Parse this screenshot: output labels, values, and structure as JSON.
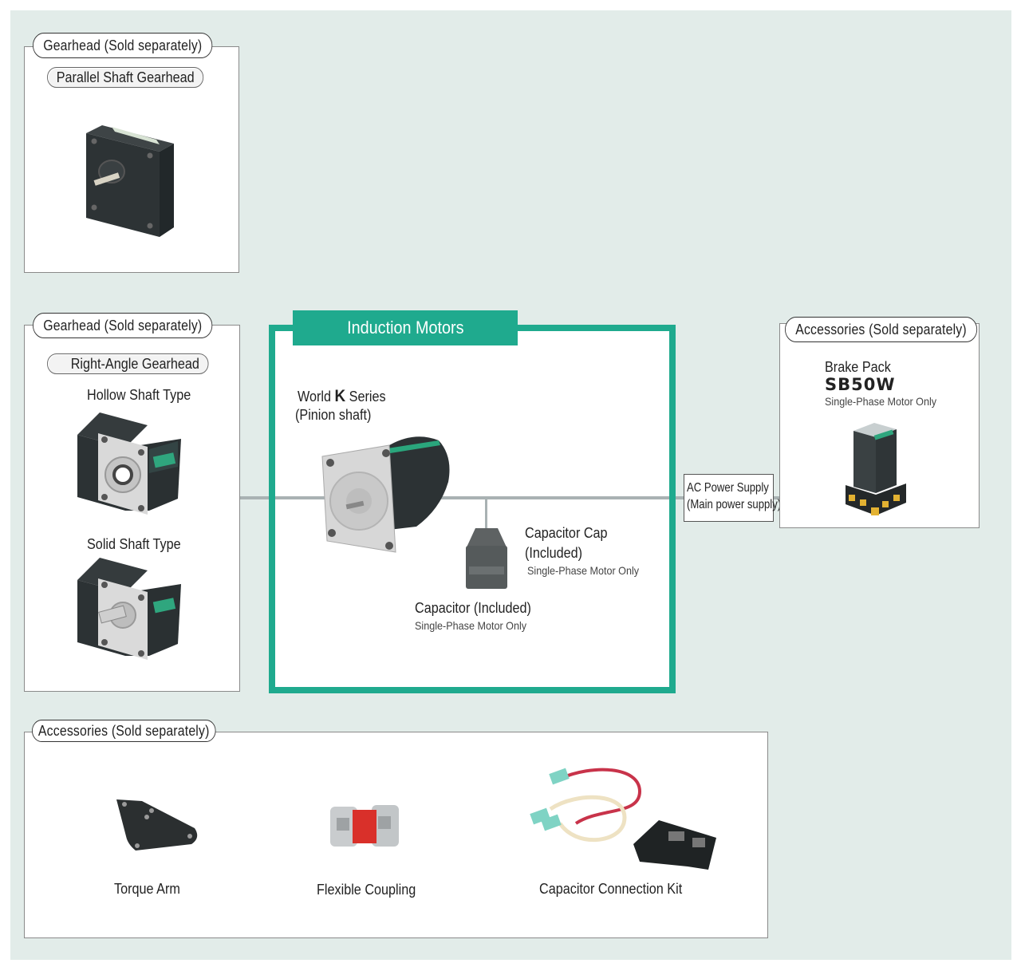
{
  "top_gearhead": {
    "tag": "Gearhead (Sold separately)",
    "subtag": "Parallel Shaft Gearhead"
  },
  "right_angle": {
    "tag": "Gearhead (Sold separately)",
    "subtag": "Right-Angle Gearhead",
    "hollow_label": "Hollow Shaft Type",
    "solid_label": "Solid Shaft Type"
  },
  "motor": {
    "title": "Induction Motors",
    "series_prefix": "World ",
    "series_k": "K",
    "series_suffix": " Series",
    "series_sub": "(Pinion shaft)",
    "cap_cap_line1": "Capacitor Cap",
    "cap_cap_line2": "(Included)",
    "cap_cap_note": "Single-Phase Motor Only",
    "capacitor": "Capacitor (Included)",
    "capacitor_note": "Single-Phase Motor Only"
  },
  "power_supply": {
    "line1": "AC Power Supply",
    "line2": "(Main power supply)"
  },
  "brake": {
    "tag": "Accessories (Sold separately)",
    "name": "Brake Pack",
    "model": "SB50W",
    "note": "Single-Phase Motor Only"
  },
  "accessories": {
    "tag": "Accessories (Sold separately)",
    "items": [
      {
        "label": "Torque Arm"
      },
      {
        "label": "Flexible Coupling"
      },
      {
        "label": "Capacitor Connection Kit"
      }
    ]
  },
  "colors": {
    "background": "#e2ece9",
    "accent": "#1faa8e",
    "connector": "#a9b2b3"
  }
}
